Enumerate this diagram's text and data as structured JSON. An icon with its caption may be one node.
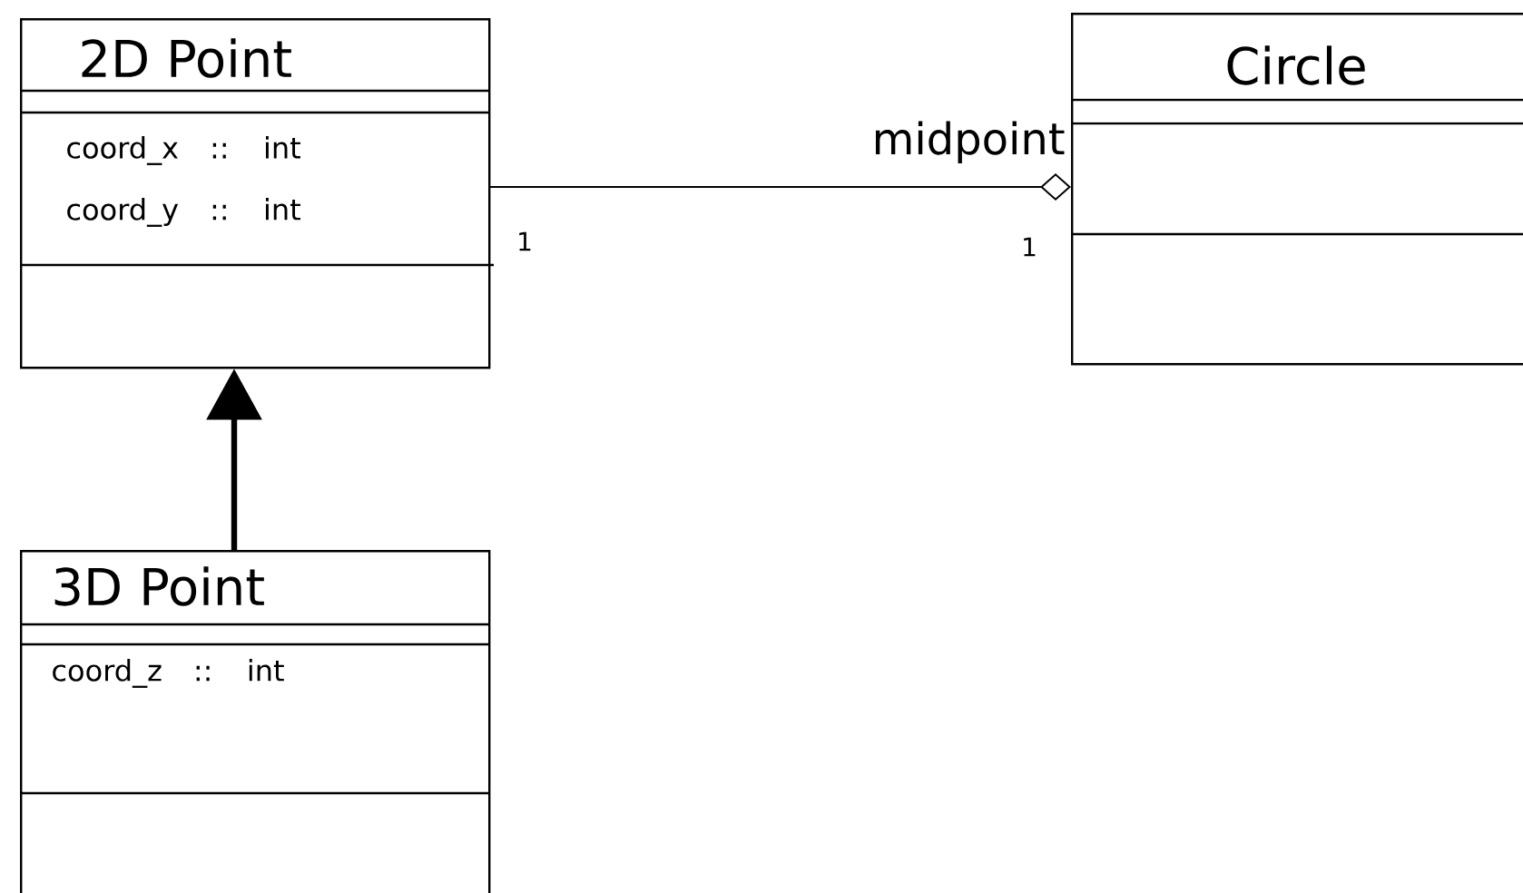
{
  "diagram": {
    "nodes": [
      {
        "text": [
          "2D Point",
          "coord_x :: int",
          "coord_y :: int"
        ]
      },
      {
        "text": [
          "Circle"
        ]
      },
      {
        "text": [
          "3D Point",
          "coord_z :: int"
        ]
      }
    ],
    "edges": [
      {
        "from": 0,
        "to": 1,
        "arrow": "other",
        "label": "midpoint"
      },
      {
        "from": 2,
        "to": 0,
        "arrow": "to",
        "style": "thick"
      }
    ],
    "labels": [
      "1",
      "1"
    ]
  }
}
